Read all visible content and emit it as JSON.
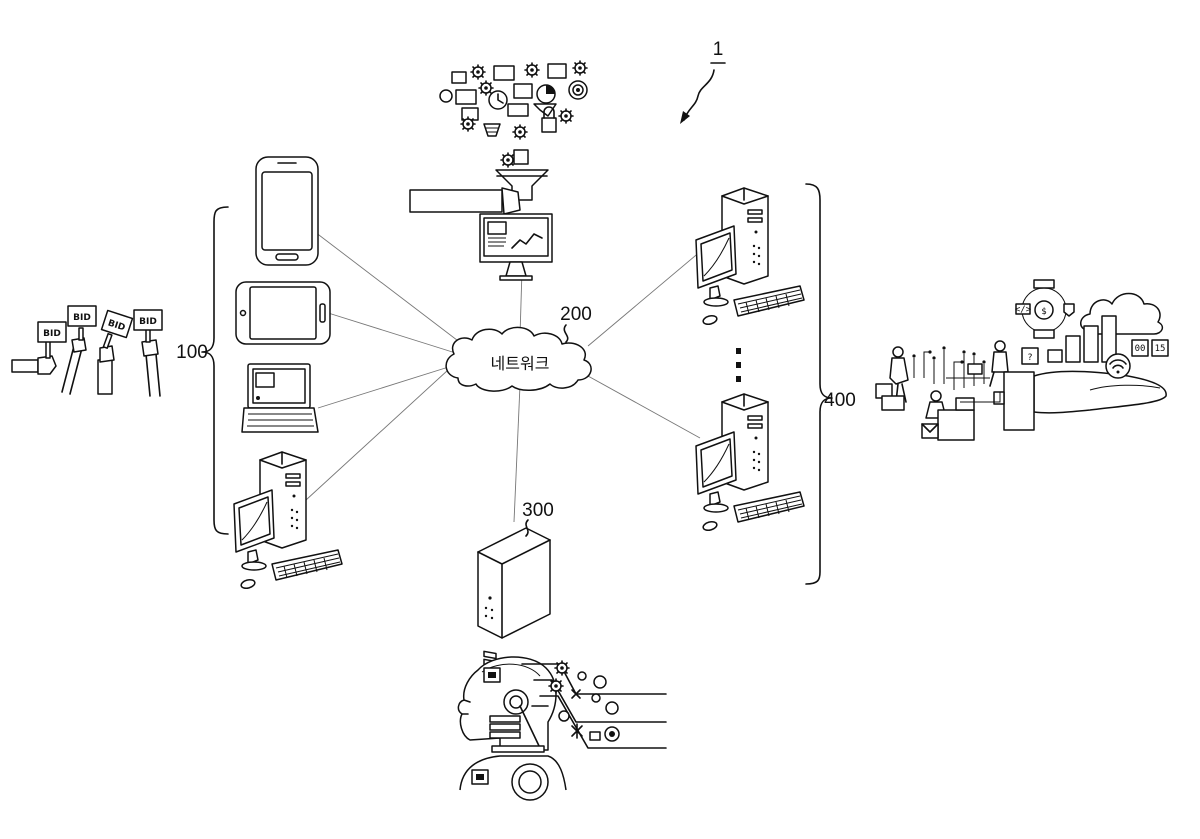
{
  "figure": {
    "system_number": "1",
    "network_number": "200",
    "network_label": "네트워크",
    "client_group_number": "100",
    "server_number": "300",
    "provider_group_number": "400",
    "bid_signs": [
      "BID",
      "BID",
      "BID",
      "BID"
    ],
    "timer_digits": [
      "00",
      "15"
    ],
    "question_mark": "?",
    "dollar_sign": "$",
    "code_tag": "</>"
  },
  "icons": {
    "client_devices": [
      "smartphone-icon",
      "tablet-icon",
      "laptop-icon",
      "desktop-computer-icon"
    ],
    "provider_devices": [
      "desktop-computer-icon",
      "desktop-computer-icon"
    ],
    "server": "server-tower-icon",
    "data_funnel": "data-funnel-icon",
    "bidders": "bidding-hands-icon",
    "ai_head": "ai-head-icon",
    "provider_scene": "business-data-scene-icon"
  }
}
